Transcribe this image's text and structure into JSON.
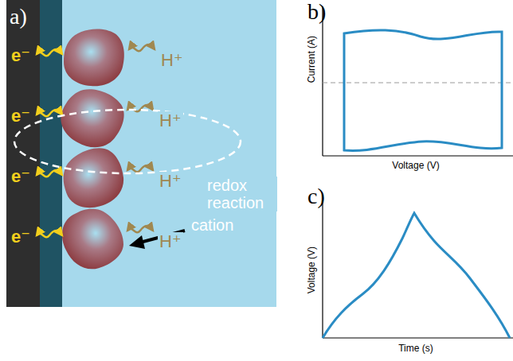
{
  "diagram": {
    "labels": [
      "a)",
      "e⁻",
      "e⁻",
      "e⁻",
      "e⁻",
      "H⁺",
      "H⁺",
      "H⁺",
      "H⁺",
      "redox reaction",
      "cation",
      "b)",
      "Current (A)",
      "Voltage (V)",
      "c)",
      "Voltage (V)",
      "Time (s)"
    ]
  }
}
